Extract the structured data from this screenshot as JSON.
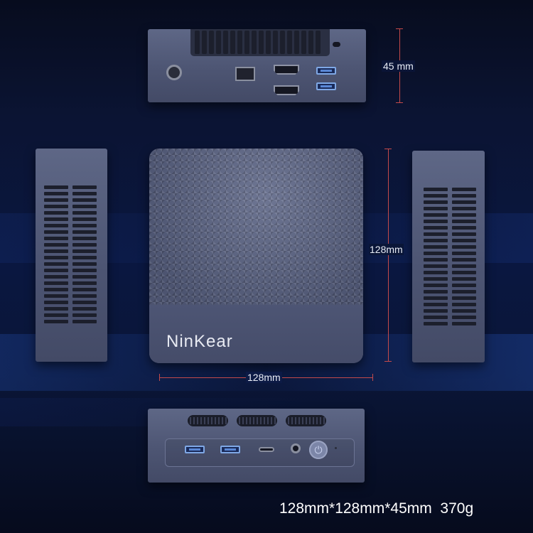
{
  "product": {
    "brand": "NinKear"
  },
  "dimensions": {
    "height_label": "45 mm",
    "depth_label": "128mm",
    "width_label": "128mm",
    "caption_size": "128mm*128mm*45mm",
    "caption_weight": "370g"
  },
  "ports": {
    "rear": [
      "dc-power-icon",
      "ethernet-port-icon",
      "hdmi-port-icon",
      "usb-a-port-icon"
    ],
    "front": [
      "usb-a-port-icon",
      "usb-c-port-icon",
      "audio-jack-icon",
      "power-button-icon"
    ]
  },
  "colors": {
    "dimension_line": "#c44a4a",
    "chassis": "#4d5573",
    "usb3_accent": "#7fa8e6"
  }
}
